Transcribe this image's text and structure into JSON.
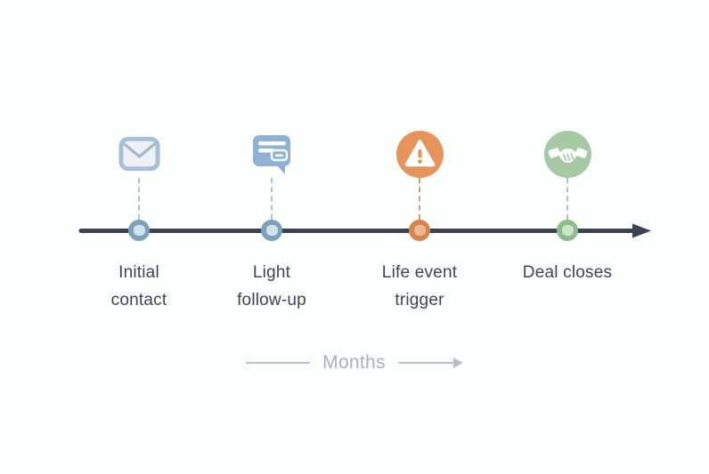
{
  "diagram": {
    "type": "timeline",
    "background": "#fcfdfd",
    "timeline_color": "#3a4253",
    "label_color": "#3c4657",
    "milestones": [
      {
        "id": "initial-contact",
        "label": "Initial contact",
        "lines": [
          "Initial",
          "contact"
        ],
        "icon": "envelope-icon",
        "icon_color": "#a6bed8",
        "dot_outer": "#7ba1bd",
        "dot_inner": "#d3e2eb",
        "connector_color": "#b6c0c8"
      },
      {
        "id": "light-follow-up",
        "label": "Light follow-up",
        "lines": [
          "Light",
          "follow-up"
        ],
        "icon": "chat-bubble-icon",
        "icon_color": "#8fb1d3",
        "dot_outer": "#7ba1bd",
        "dot_inner": "#d3e2eb",
        "connector_color": "#b6c0c8"
      },
      {
        "id": "life-event-trigger",
        "label": "Life event trigger",
        "lines": [
          "Life event",
          "trigger"
        ],
        "icon": "warning-icon",
        "icon_color": "#e6945c",
        "dot_outer": "#d6854f",
        "dot_inner": "#ecb78f",
        "connector_color": "#dd9a66"
      },
      {
        "id": "deal-closes",
        "label": "Deal closes",
        "lines": [
          "Deal closes"
        ],
        "icon": "handshake-icon",
        "icon_color": "#a6c8a3",
        "dot_outer": "#8fbc8b",
        "dot_inner": "#cde3ca",
        "connector_color": "#b3c4ae"
      }
    ],
    "axis": {
      "label": "Months",
      "color": "#a9b2ba"
    }
  }
}
